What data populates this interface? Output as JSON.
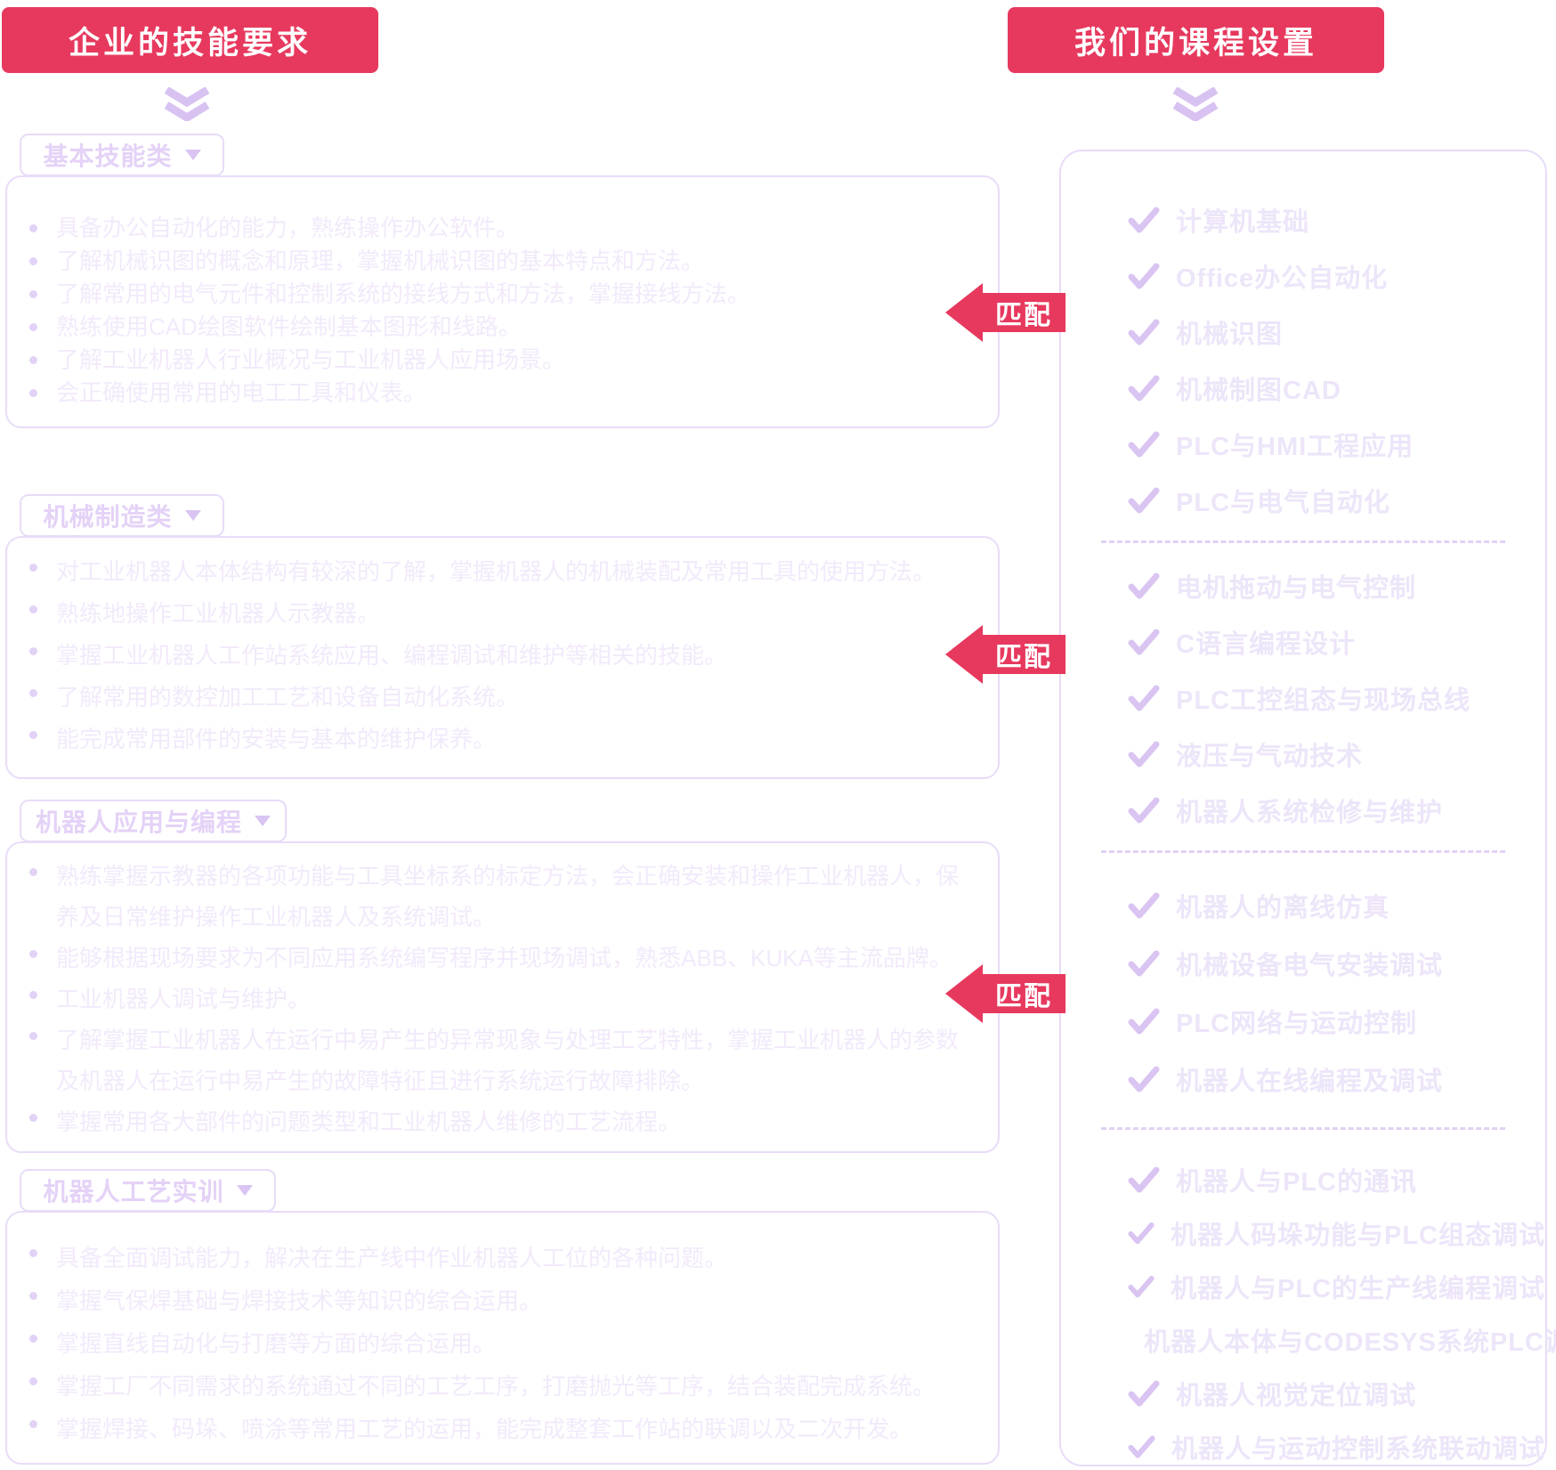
{
  "headers": {
    "left": "企业的技能要求",
    "right": "我们的课程设置"
  },
  "match_label": "匹配",
  "colors": {
    "accent_red": "#e7395e",
    "lavender_border": "#e8dcf8",
    "check_lavender": "#dac4f2",
    "faint_body_text": "#f2eafb",
    "course_text": "#ede5f9"
  },
  "icons": {
    "section_chevron": "double-chevron-down",
    "tab_caret": "caret-down",
    "course_check": "checkmark"
  },
  "skill_groups": [
    {
      "title": "基本技能类",
      "bullets": [
        "具备办公自动化的能力，熟练操作办公软件。",
        "了解机械识图的概念和原理，掌握机械识图的基本特点和方法。",
        "了解常用的电气元件和控制系统的接线方式和方法，掌握接线方法。",
        "熟练使用CAD绘图软件绘制基本图形和线路。",
        "了解工业机器人行业概况与工业机器人应用场景。",
        "会正确使用常用的电工工具和仪表。"
      ]
    },
    {
      "title": "机械制造类",
      "bullets": [
        "对工业机器人本体结构有较深的了解，掌握机器人的机械装配及常用工具的使用方法。",
        "熟练地操作工业机器人示教器。",
        "掌握工业机器人工作站系统应用、编程调试和维护等相关的技能。",
        "了解常用的数控加工工艺和设备自动化系统。",
        "能完成常用部件的安装与基本的维护保养。"
      ]
    },
    {
      "title": "机器人应用与编程",
      "bullets": [
        "熟练掌握示教器的各项功能与工具坐标系的标定方法，会正确安装和操作工业机器人，保养及日常维护操作工业机器人及系统调试。",
        "能够根据现场要求为不同应用系统编写程序并现场调试，熟悉ABB、KUKA等主流品牌。",
        "工业机器人调试与维护。",
        "了解掌握工业机器人在运行中易产生的异常现象与处理工艺特性，掌握工业机器人的参数及机器人在运行中易产生的故障特征且进行系统运行故障排除。",
        "掌握常用各大部件的问题类型和工业机器人维修的工艺流程。"
      ]
    },
    {
      "title": "机器人工艺实训",
      "bullets": [
        "具备全面调试能力，解决在生产线中作业机器人工位的各种问题。",
        "掌握气保焊基础与焊接技术等知识的综合运用。",
        "掌握直线自动化与打磨等方面的综合运用。",
        "掌握工厂不同需求的系统通过不同的工艺工序，打磨抛光等工序，结合装配完成系统。",
        "掌握焊接、码垛、喷涂等常用工艺的运用，能完成整套工作站的联调以及二次开发。"
      ]
    }
  ],
  "course_groups": [
    {
      "items": [
        "计算机基础",
        "Office办公自动化",
        "机械识图",
        "机械制图CAD",
        "PLC与HMI工程应用",
        "PLC与电气自动化"
      ]
    },
    {
      "items": [
        "电机拖动与电气控制",
        "C语言编程设计",
        "PLC工控组态与现场总线",
        "液压与气动技术",
        "机器人系统检修与维护"
      ]
    },
    {
      "items": [
        "机器人的离线仿真",
        "机械设备电气安装调试",
        "PLC网络与运动控制",
        "机器人在线编程及调试"
      ]
    },
    {
      "items": [
        "机器人与PLC的通讯",
        "机器人码垛功能与PLC组态调试",
        "机器人与PLC的生产线编程调试",
        "机器人本体与CODESYS系统PLC调试",
        "机器人视觉定位调试",
        "机器人与运动控制系统联动调试"
      ]
    }
  ]
}
